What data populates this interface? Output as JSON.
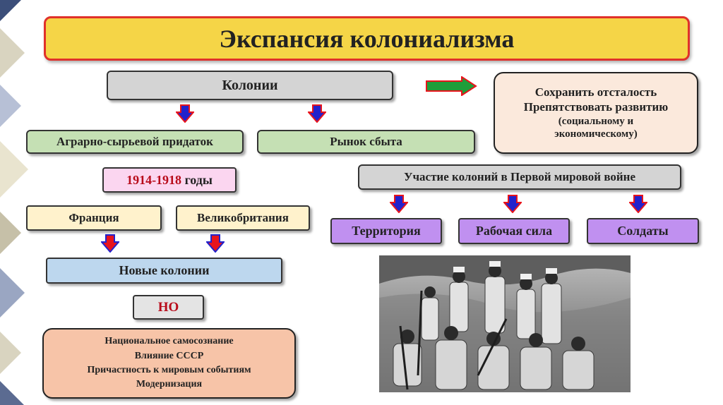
{
  "title": "Экспансия колониализма",
  "colonies": "Колонии",
  "agrarian": "Аграрно-сырьевой придаток",
  "market": "Рынок сбыта",
  "preserve": {
    "line1": "Сохранить отсталость",
    "line2": "Препятствовать развитию",
    "line3": "(социальному и",
    "line4": "экономическому)"
  },
  "years": {
    "value": "1914-1918",
    "suffix": " годы"
  },
  "participation": "Участие колоний в Первой мировой войне",
  "france": "Франция",
  "britain": "Великобритания",
  "territory": "Территория",
  "labor": "Рабочая сила",
  "soldiers": "Солдаты",
  "new_colonies": "Новые колонии",
  "but": "НО",
  "factors": [
    "Национальное самосознание",
    "Влияние СССР",
    "Причастность к мировым событиям",
    "Модернизация"
  ],
  "colors": {
    "title_fill": "#f5d547",
    "title_border": "#e0312b",
    "arrow_red": "#e8141c",
    "arrow_blue": "#2222cc",
    "green_arrow": "#1e9e3a",
    "lavender": "#c090f0",
    "salmon": "#f7c4a8"
  },
  "image": {
    "subject": "group-of-colonial-soldiers-photo"
  }
}
